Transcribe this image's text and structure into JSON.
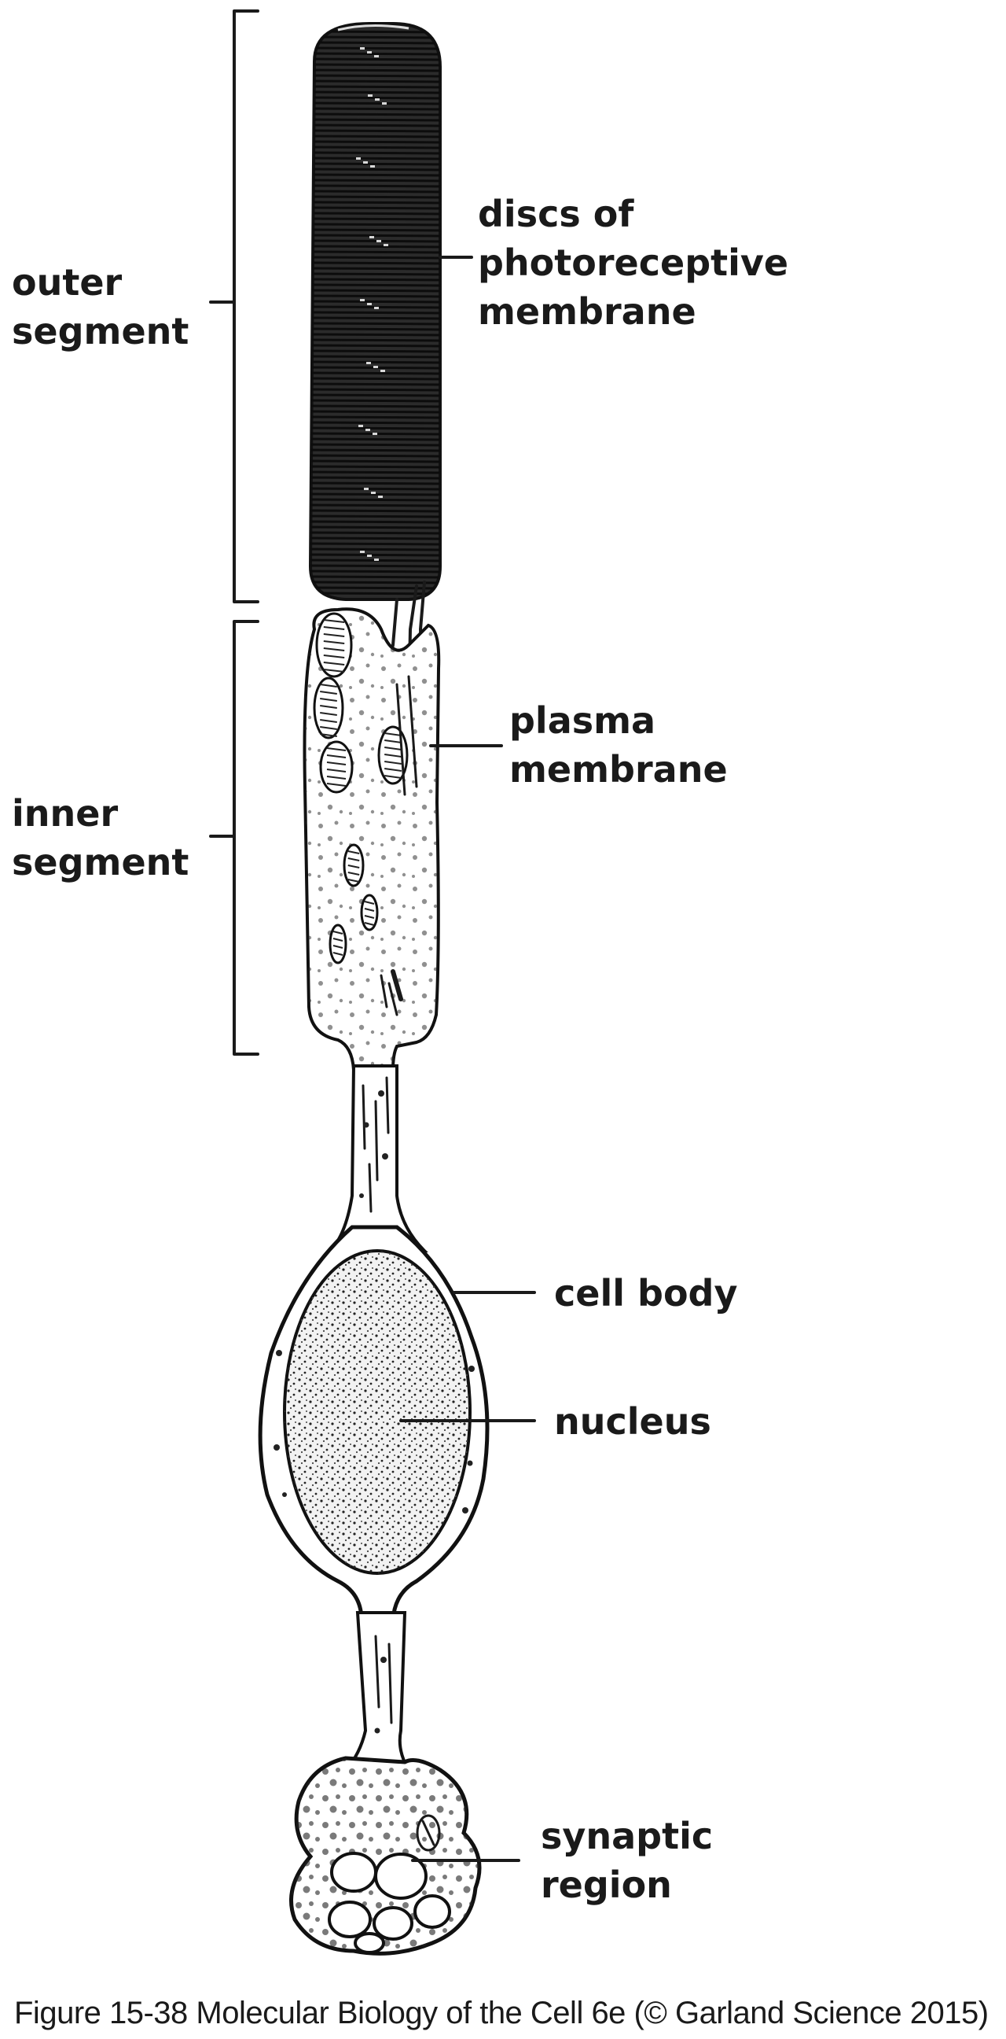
{
  "labels": {
    "outer_segment": [
      "outer",
      "segment"
    ],
    "inner_segment": [
      "inner",
      "segment"
    ],
    "discs": [
      "discs of",
      "photoreceptive",
      "membrane"
    ],
    "plasma_membrane": [
      "plasma",
      "membrane"
    ],
    "cell_body": "cell body",
    "nucleus": "nucleus",
    "synaptic_region": [
      "synaptic",
      "region"
    ]
  },
  "caption": "Figure 15-38  Molecular Biology of the Cell 6e (© Garland Science 2015)"
}
